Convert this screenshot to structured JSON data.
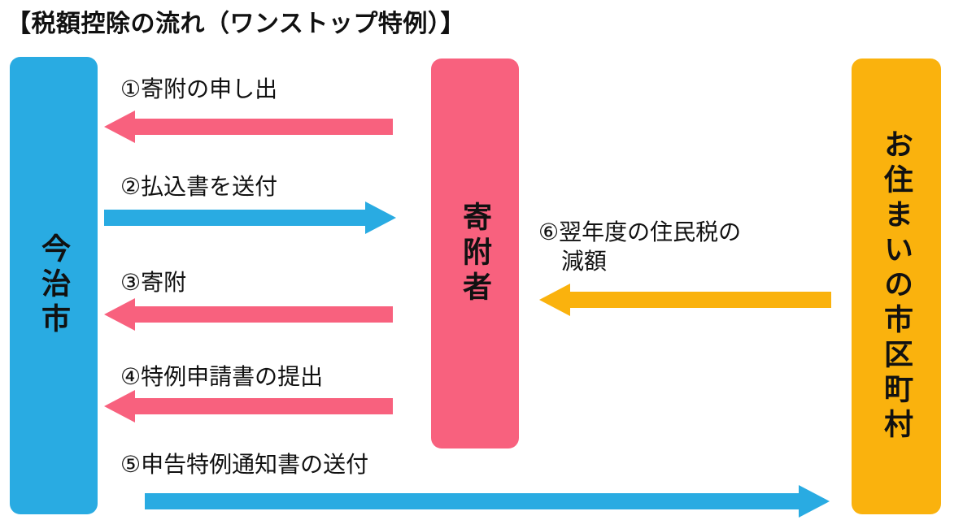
{
  "title": "【税額控除の流れ（ワンストップ特例）】",
  "colors": {
    "blue": "#29ABE2",
    "pink": "#F8617E",
    "yellow": "#FAB20D",
    "text": "#111111",
    "bg": "#FFFFFF"
  },
  "entities": {
    "imabari": {
      "label": "今治市",
      "color": "blue"
    },
    "donor": {
      "label": "寄附者",
      "color": "pink"
    },
    "municipality": {
      "label": "お住まいの市区町村",
      "color": "yellow"
    }
  },
  "flows": [
    {
      "step": 1,
      "label": "①寄附の申し出",
      "from": "donor",
      "to": "imabari",
      "color": "pink",
      "direction": "left"
    },
    {
      "step": 2,
      "label": "②払込書を送付",
      "from": "imabari",
      "to": "donor",
      "color": "blue",
      "direction": "right"
    },
    {
      "step": 3,
      "label": "③寄附",
      "from": "donor",
      "to": "imabari",
      "color": "pink",
      "direction": "left"
    },
    {
      "step": 4,
      "label": "④特例申請書の提出",
      "from": "donor",
      "to": "imabari",
      "color": "pink",
      "direction": "left"
    },
    {
      "step": 5,
      "label": "⑤申告特例通知書の送付",
      "from": "imabari",
      "to": "municipality",
      "color": "blue",
      "direction": "right"
    },
    {
      "step": 6,
      "label": "⑥翌年度の住民税の\n　減額",
      "from": "municipality",
      "to": "donor",
      "color": "yellow",
      "direction": "left"
    }
  ]
}
